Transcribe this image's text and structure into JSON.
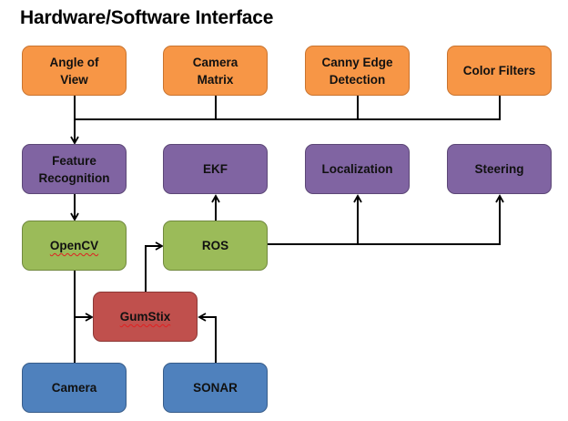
{
  "title": "Hardware/Software Interface",
  "colors": {
    "software_input": "#f79646",
    "processing": "#8064a2",
    "framework": "#9bbb59",
    "computer": "#c0504d",
    "hardware": "#4f81bd",
    "connector": "#000000"
  },
  "nodes": {
    "angle_of_view": "Angle of View",
    "camera_matrix": "Camera Matrix",
    "canny_edge": "Canny Edge Detection",
    "color_filters": "Color Filters",
    "feature_recognition": "Feature Recognition",
    "ekf": "EKF",
    "localization": "Localization",
    "steering": "Steering",
    "opencv": "OpenCV",
    "ros": "ROS",
    "gumstix": "GumStix",
    "camera": "Camera",
    "sonar": "SONAR"
  },
  "edges": [
    {
      "from": "Angle of View",
      "to": "Feature Recognition"
    },
    {
      "from": "Camera Matrix",
      "to": "Feature Recognition"
    },
    {
      "from": "Canny Edge Detection",
      "to": "Feature Recognition"
    },
    {
      "from": "Color Filters",
      "to": "Feature Recognition"
    },
    {
      "from": "Feature Recognition",
      "to": "OpenCV"
    },
    {
      "from": "OpenCV",
      "to": "GumStix"
    },
    {
      "from": "Camera",
      "to": "GumStix"
    },
    {
      "from": "SONAR",
      "to": "GumStix"
    },
    {
      "from": "GumStix",
      "to": "ROS"
    },
    {
      "from": "ROS",
      "to": "EKF"
    },
    {
      "from": "ROS",
      "to": "Localization"
    },
    {
      "from": "ROS",
      "to": "Steering"
    }
  ]
}
